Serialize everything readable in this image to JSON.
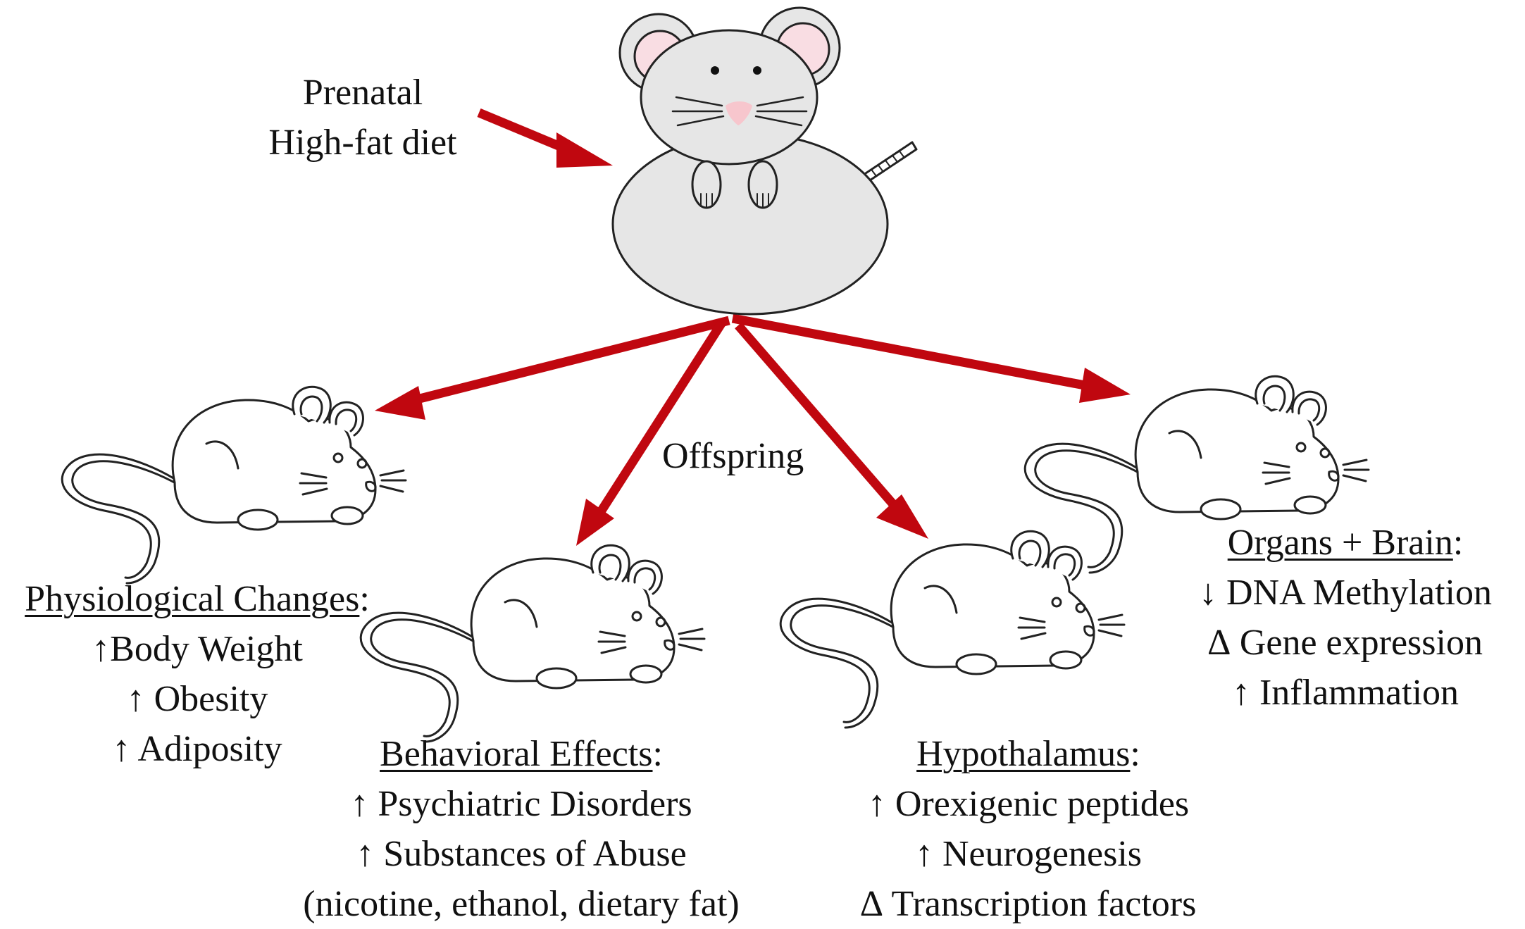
{
  "prenatal": {
    "line1": "Prenatal",
    "line2": "High-fat diet"
  },
  "offspring_label": "Offspring",
  "colors": {
    "arrow": "#c0070f",
    "mouse_fill": "#e6e6e6",
    "ear_inner": "#f9dde3",
    "nose": "#f7c6cd",
    "outline": "#222222"
  },
  "groups": {
    "physiological": {
      "heading": "Physiological Changes",
      "colon": ":",
      "items": [
        "↑Body Weight",
        "↑ Obesity",
        "↑ Adiposity"
      ]
    },
    "behavioral": {
      "heading": "Behavioral Effects",
      "colon": ":",
      "items": [
        "↑ Psychiatric Disorders",
        "↑ Substances of Abuse",
        "(nicotine, ethanol, dietary fat)"
      ]
    },
    "hypothalamus": {
      "heading": "Hypothalamus",
      "colon": ":",
      "items": [
        "↑ Orexigenic peptides",
        "↑ Neurogenesis",
        "∆ Transcription factors"
      ]
    },
    "organs": {
      "heading": "Organs + Brain",
      "colon": ":",
      "items": [
        "↓ DNA Methylation",
        "∆ Gene expression",
        "↑ Inflammation"
      ]
    }
  }
}
